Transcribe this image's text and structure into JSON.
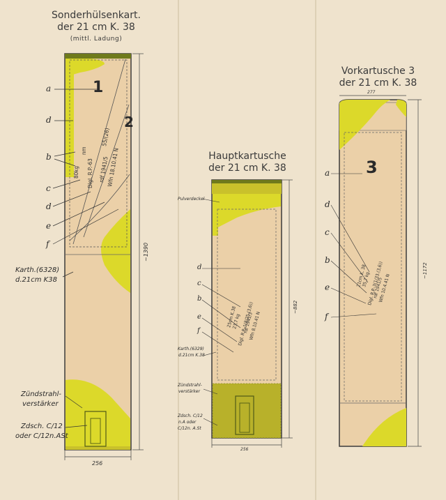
{
  "left": {
    "title_line1": "Sonderhülsenkart.",
    "title_line2": "der 21 cm K. 38",
    "title_sub": "(mittl. Ladung)",
    "big_num_1": "1",
    "big_num_2": "2",
    "letters": [
      "a",
      "d",
      "b",
      "c",
      "d",
      "e",
      "f"
    ],
    "stamp_lines": [
      "80kg",
      "Digl. R.P.-63",
      "rdf 1941/5",
      "Wfn 18.10.41 N",
      "55/(26)",
      "nm"
    ],
    "side_labels": [
      "Karth.(6328)",
      "d.21cm K38"
    ],
    "bottom_labels": [
      "Zündstrahl-",
      "verstärker",
      "Zdsch. C/12",
      "oder C/12n.ASt"
    ],
    "dim_height": "~1390",
    "dim_width": "256"
  },
  "middle": {
    "title_line1": "Hauptkartusche",
    "title_line2": "der 21 cm K. 38",
    "top_label": "Pulverdeckel",
    "letters": [
      "d",
      "c",
      "b",
      "e",
      "f"
    ],
    "stamp_lines": [
      "25cm K.38",
      "23,7 kg",
      "Digl. R.P.-1(8/25.(3,6))",
      "rdf 1941/3",
      "Wfn 8.10.41 N"
    ],
    "side_labels": [
      "Karth.(6329)",
      "d.21cm K.38"
    ],
    "bottom_labels": [
      "Zündstrahl-",
      "verstärker",
      "Zdsch. C/12",
      "n.A oder",
      "C/12n. A.St"
    ],
    "dim_height": "~882",
    "dim_width": "256"
  },
  "right": {
    "title_line1": "Vorkartusche 3",
    "title_line2": "der 21 cm K. 38",
    "big_num": "3",
    "letters": [
      "a",
      "d",
      "c",
      "b",
      "e",
      "f"
    ],
    "stamp_lines": [
      "21cm K. 38",
      "35,7 kg",
      "Digl. R.P.-3(1/33.(3,6))",
      "rdf 1941/5",
      "Wfn 10.4.41 N"
    ],
    "dim_height": "~1172",
    "dim_width": "277"
  },
  "colors": {
    "paper": "#efe3cd",
    "cartridge": "#ebd0a8",
    "yellow": "#dcd92a",
    "dark_band": "#6f7a1c",
    "ink": "#2b2b2b"
  }
}
